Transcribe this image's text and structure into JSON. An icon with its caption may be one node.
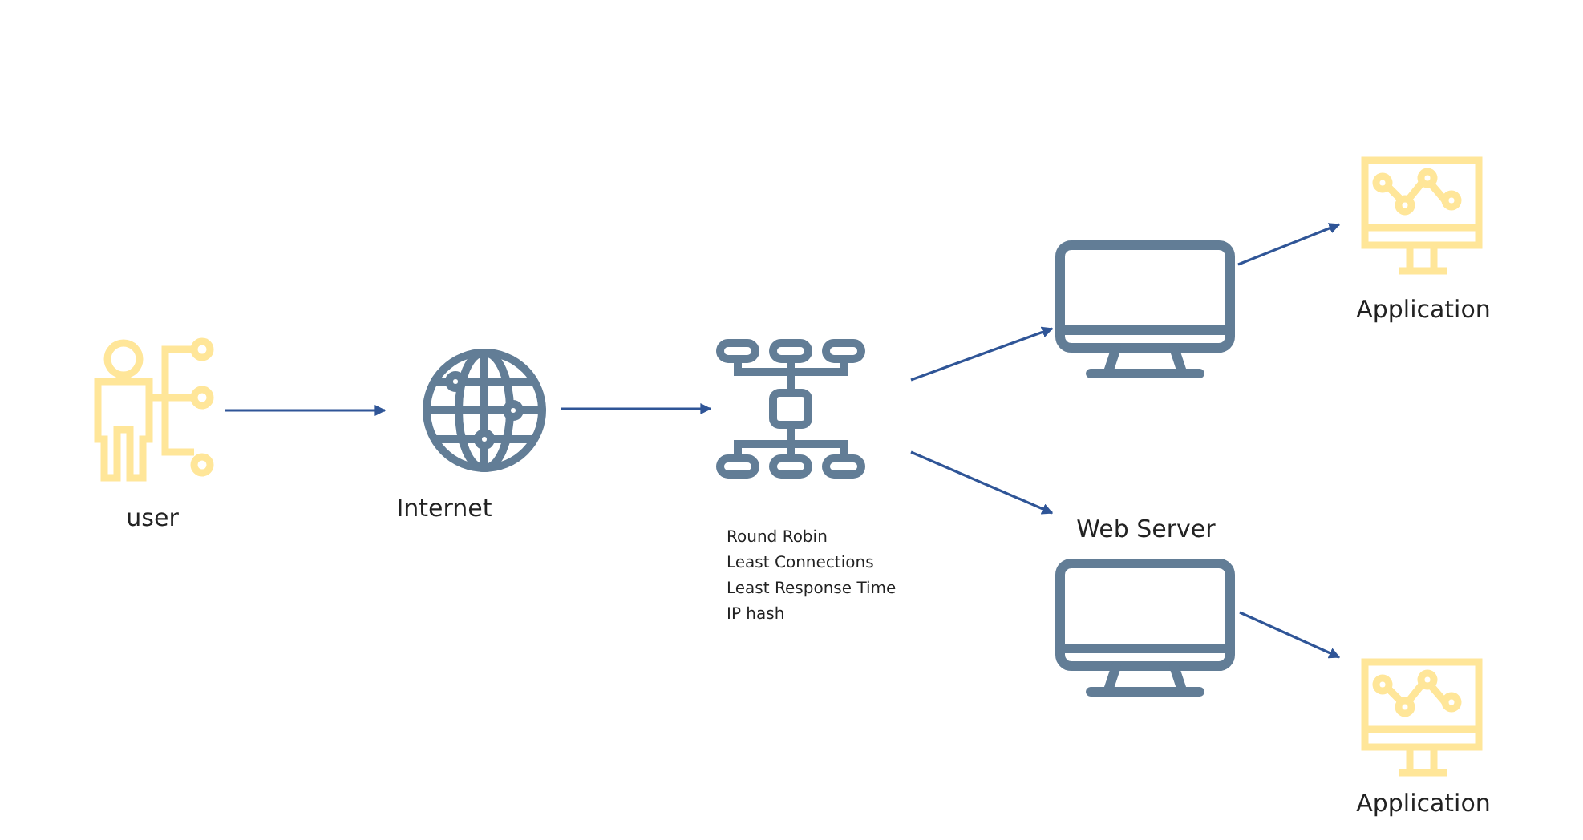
{
  "diagram": {
    "nodes": [
      {
        "text": [
          "user"
        ]
      },
      {
        "text": [
          "Internet"
        ]
      },
      {
        "text": [
          "Round Robin",
          "Least Connections",
          "Least Response Time",
          "IP hash"
        ]
      },
      {
        "text": [],
        "shape": "box"
      },
      {
        "text": [
          "Web Server"
        ]
      },
      {
        "text": [
          "Application"
        ]
      },
      {
        "text": [
          "Application"
        ]
      }
    ],
    "edges": [
      {
        "from": 0,
        "to": 1,
        "arrow": "to"
      },
      {
        "from": 1,
        "to": 2,
        "arrow": "to"
      },
      {
        "from": 2,
        "to": 3,
        "arrow": "to"
      },
      {
        "from": 2,
        "to": 4,
        "arrow": "to"
      },
      {
        "from": 3,
        "to": 5,
        "arrow": "to"
      },
      {
        "from": 4,
        "to": 6,
        "arrow": "to"
      }
    ]
  }
}
